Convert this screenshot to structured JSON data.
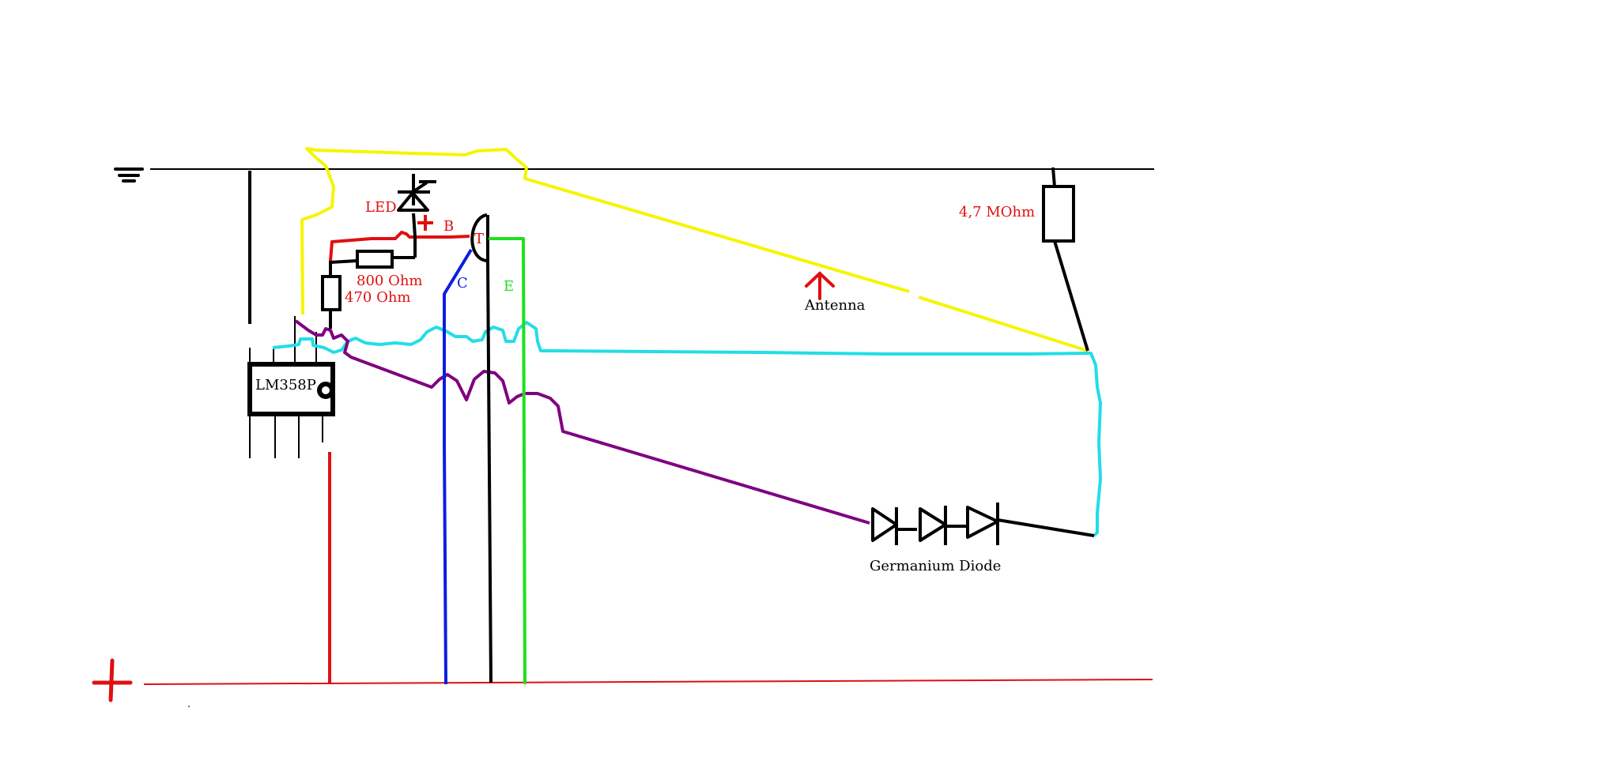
{
  "labels": {
    "led": "LED",
    "plus_small": "+",
    "base": "B",
    "transistor": "T",
    "collector": "C",
    "emitter": "E",
    "r800": "800  Ohm",
    "r470": "470  Ohm",
    "ic": "LM358P",
    "antenna": "Antenna",
    "r47m": "4,7  MOhm",
    "diode": "Germanium  Diode"
  },
  "symbols": {
    "ground": "ground-symbol",
    "plus": "plus-symbol"
  },
  "colors": {
    "red": "#e01010",
    "yellow": "#f5f500",
    "cyan": "#22dde8",
    "purple": "#800080",
    "blue": "#0a1ee0",
    "green": "#1ee01e",
    "black": "#000000"
  }
}
